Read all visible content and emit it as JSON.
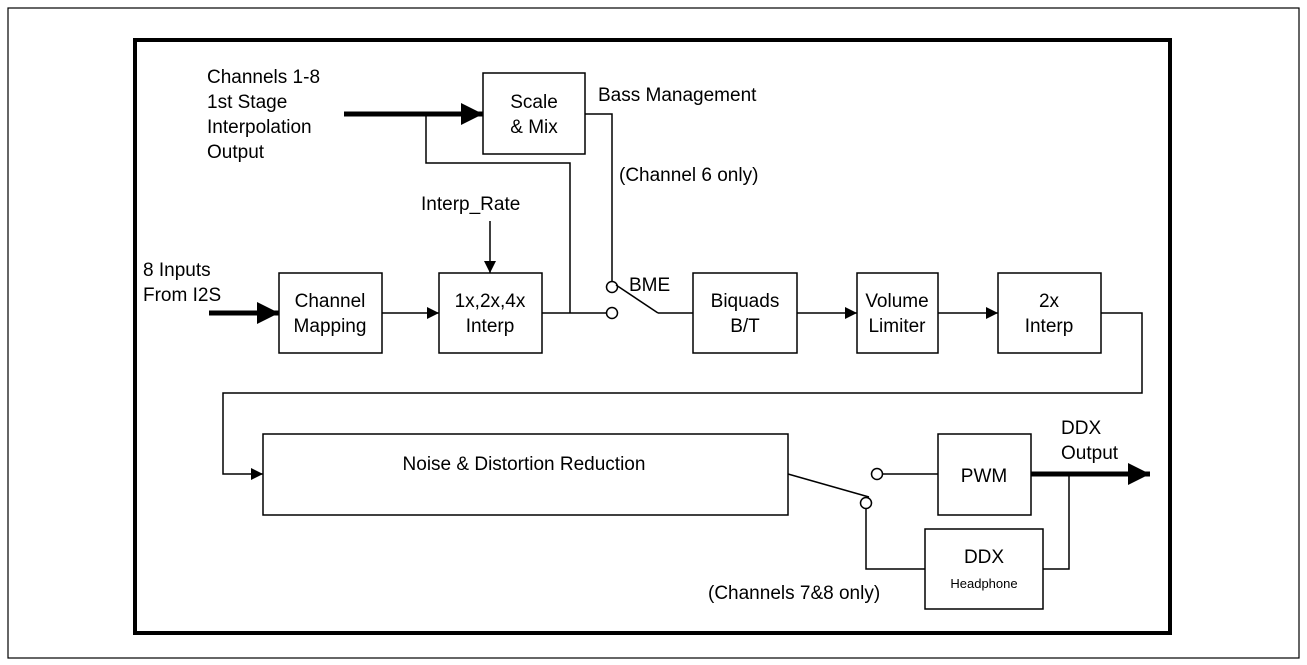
{
  "diagram": {
    "inputs": {
      "channels_input": [
        "Channels 1-8",
        "1st Stage",
        "Interpolation",
        "Output"
      ],
      "i2s_input": [
        "8 Inputs",
        "From I2S"
      ],
      "interp_rate": "Interp_Rate"
    },
    "blocks": {
      "scale_mix": [
        "Scale",
        "& Mix"
      ],
      "channel_mapping": [
        "Channel",
        "Mapping"
      ],
      "interp_124": [
        "1x,2x,4x",
        "Interp"
      ],
      "biquads": [
        "Biquads",
        "B/T"
      ],
      "volume_limiter": [
        "Volume",
        "Limiter"
      ],
      "interp_2x": [
        "2x",
        "Interp"
      ],
      "noise_reduction": "Noise & Distortion Reduction",
      "pwm": "PWM",
      "ddx_headphone": [
        "DDX",
        "Headphone"
      ]
    },
    "annotations": {
      "bass_management": "Bass Management",
      "channel6": "(Channel 6 only)",
      "bme": "BME",
      "channels78": "(Channels 7&8 only)",
      "output": [
        "DDX",
        "Output"
      ]
    }
  }
}
